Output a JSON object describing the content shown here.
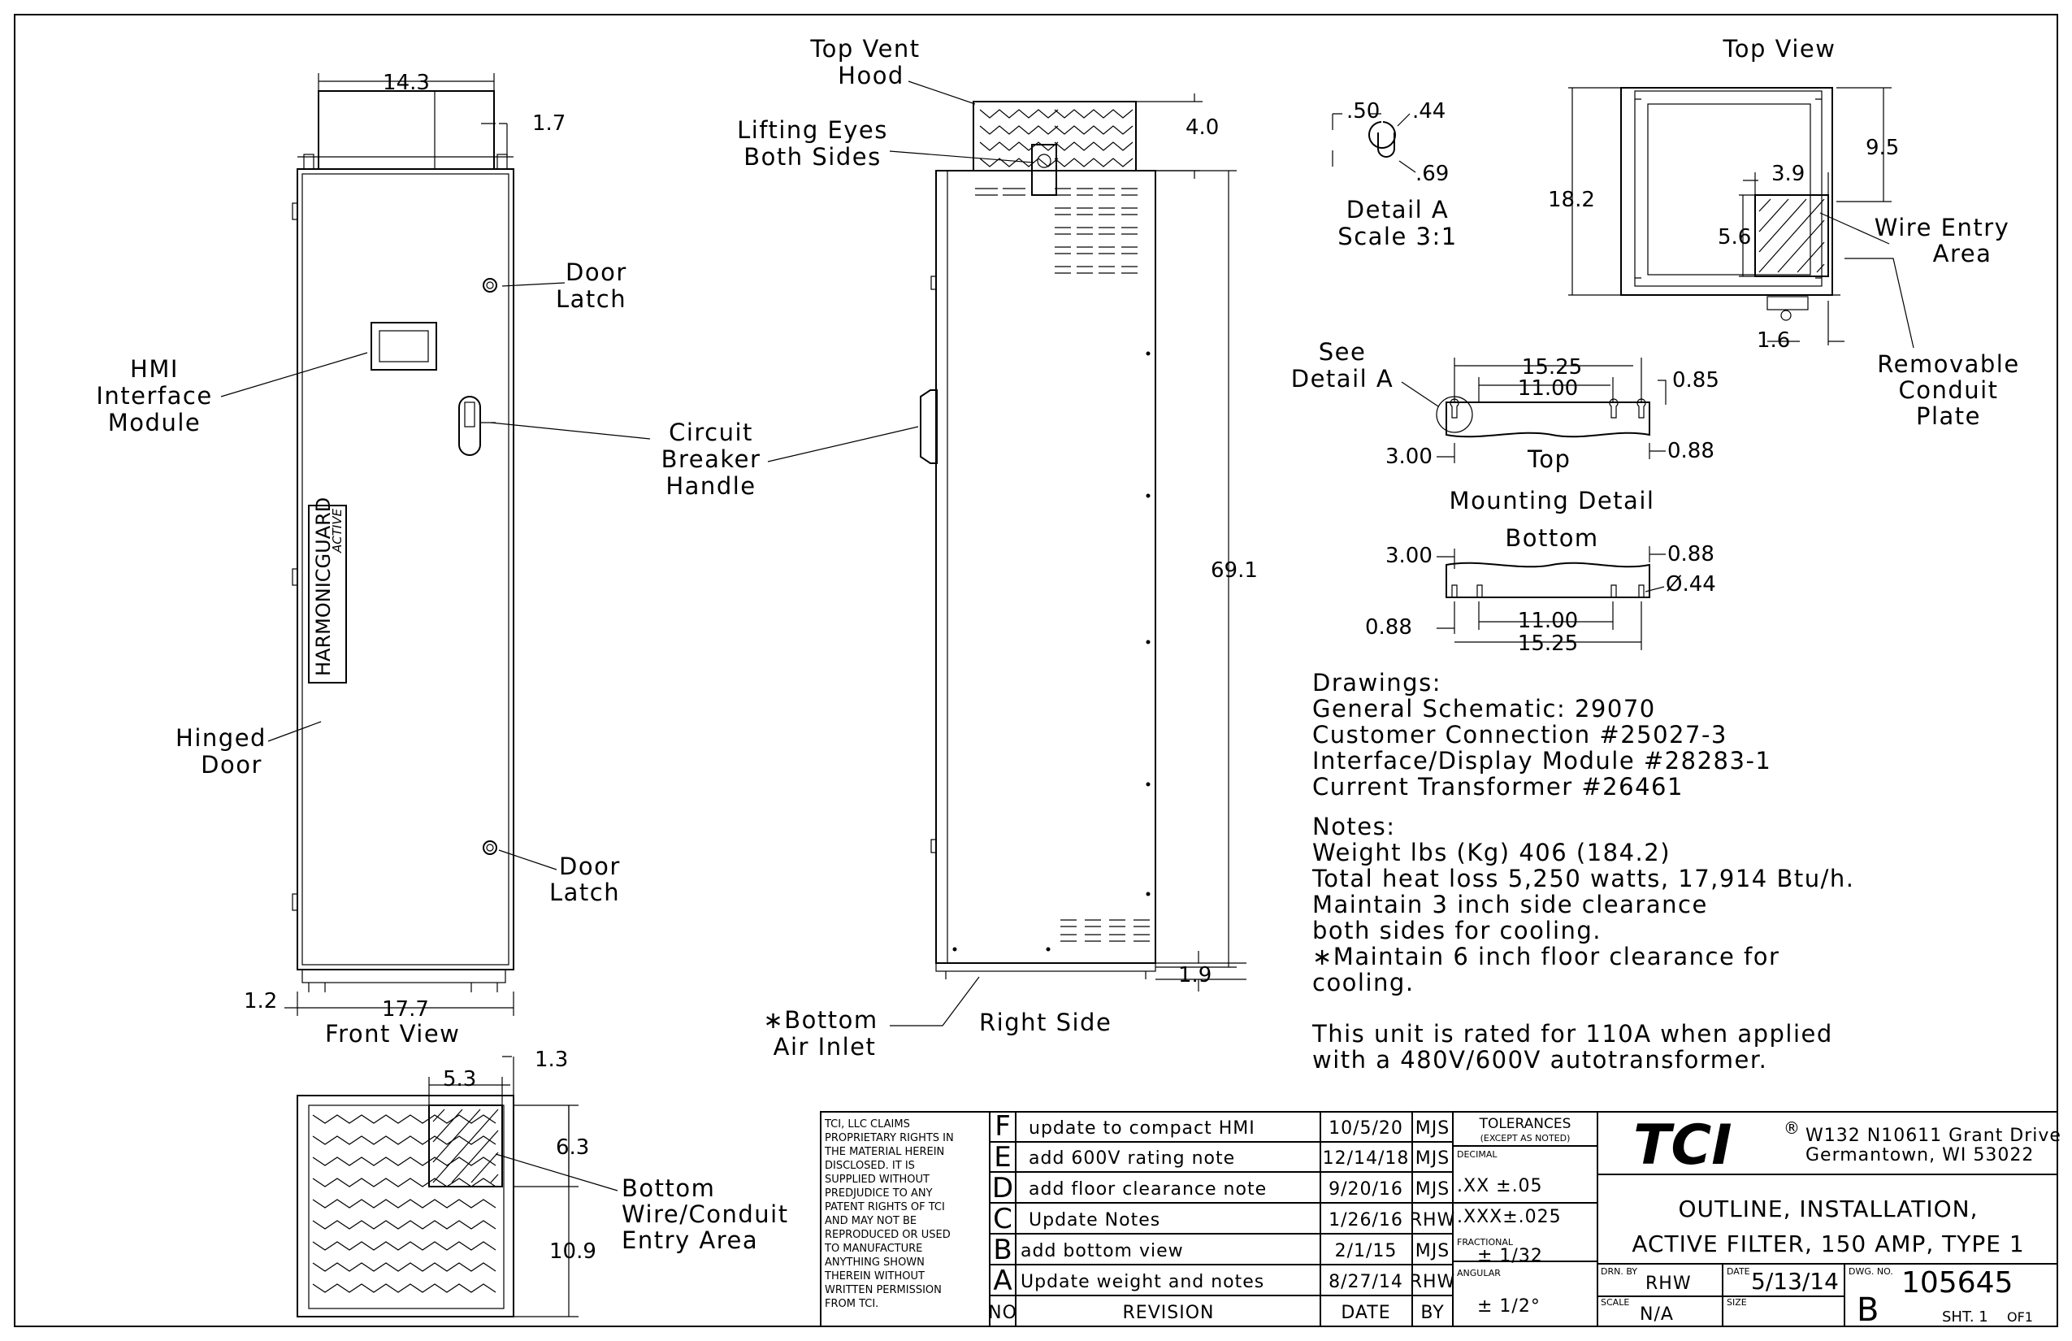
{
  "front_view": {
    "title": "Front View",
    "dim_width_top": "14.3",
    "dim_top_offset": "1.7",
    "dim_width_bottom": "17.7",
    "dim_left_offset": "1.2",
    "brand_label": "HARMONICGUARD",
    "brand_sub": "ACTIVE",
    "callout_door_latch_top": [
      "Door",
      "Latch"
    ],
    "callout_hmi": [
      "HMI",
      "Interface",
      "Module"
    ],
    "callout_hinged_door": [
      "Hinged",
      "Door"
    ],
    "callout_door_latch_bottom": [
      "Door",
      "Latch"
    ]
  },
  "right_side": {
    "title": "Right Side",
    "callout_vent_hood": [
      "Top Vent",
      "Hood"
    ],
    "callout_lifting_eyes": [
      "Lifting Eyes",
      "Both Sides"
    ],
    "callout_breaker": [
      "Circuit",
      "Breaker",
      "Handle"
    ],
    "callout_air_inlet": [
      "∗Bottom",
      "Air Inlet"
    ],
    "dim_hood_height": "4.0",
    "dim_height": "69.1",
    "dim_bottom": "1.9"
  },
  "detail_a": {
    "title": "Detail A",
    "scale": "Scale 3:1",
    "dim_width": ".50",
    "dim_hole": ".44",
    "dim_slot": ".69"
  },
  "top_view": {
    "title": "Top View",
    "dim_depth": "18.2",
    "dim_right": "9.5",
    "dim_entry_w": "3.9",
    "dim_entry_h": "5.6",
    "dim_bottom": "1.6",
    "callout_wire_entry": [
      "Wire Entry",
      "Area"
    ],
    "callout_conduit": [
      "Removable",
      "Conduit",
      "Plate"
    ]
  },
  "mounting": {
    "see_detail": [
      "See",
      "Detail A"
    ],
    "top_label": "Top",
    "title": "Mounting Detail",
    "bottom_label": "Bottom",
    "top_dims": {
      "outer": "15.25",
      "inner": "11.00",
      "right": "0.85",
      "left": "3.00",
      "bottom_right": "0.88"
    },
    "bottom_dims": {
      "left": "3.00",
      "right": "0.88",
      "hole": "Ø.44",
      "bottom_left": "0.88",
      "inner": "11.00",
      "outer": "15.25"
    }
  },
  "drawings": {
    "heading": "Drawings:",
    "items": [
      "General Schematic: 29070",
      "Customer Connection #25027-3",
      "Interface/Display Module #28283-1",
      "Current Transformer #26461"
    ]
  },
  "notes": {
    "heading": "Notes:",
    "items": [
      "Weight lbs (Kg) 406 (184.2)",
      "Total heat loss 5,250 watts, 17,914 Btu/h.",
      "Maintain 3 inch side clearance",
      "both sides for cooling.",
      "∗Maintain 6 inch floor clearance for",
      "cooling."
    ],
    "rating": [
      "This unit is rated for 110A when applied",
      "with a 480V/600V autotransformer."
    ]
  },
  "bottom_view": {
    "dim_width": "5.3",
    "dim_offset": "1.3",
    "dim_entry_h": "6.3",
    "dim_depth": "10.9",
    "callout": [
      "Bottom",
      "Wire/Conduit",
      "Entry Area"
    ]
  },
  "title_block": {
    "claim": [
      "TCI, LLC CLAIMS",
      "PROPRIETARY RIGHTS IN",
      "THE MATERIAL HEREIN",
      "DISCLOSED. IT IS",
      "SUPPLIED WITHOUT",
      "PREDJUDICE TO ANY",
      "PATENT RIGHTS OF TCI",
      "AND MAY NOT BE",
      "REPRODUCED OR USED",
      "TO MANUFACTURE",
      "ANYTHING SHOWN",
      "THEREIN WITHOUT",
      "WRITTEN PERMISSION",
      "FROM TCI."
    ],
    "revisions": [
      {
        "rev": "F",
        "desc": "update to compact HMI",
        "date": "10/5/20",
        "by": "MJS"
      },
      {
        "rev": "E",
        "desc": "add 600V rating note",
        "date": "12/14/18",
        "by": "MJS"
      },
      {
        "rev": "D",
        "desc": "add floor clearance note",
        "date": "9/20/16",
        "by": "MJS"
      },
      {
        "rev": "C",
        "desc": "Update Notes",
        "date": "1/26/16",
        "by": "RHW"
      },
      {
        "rev": "B",
        "desc": "add bottom view",
        "date": "2/1/15",
        "by": "MJS"
      },
      {
        "rev": "A",
        "desc": "Update weight and notes",
        "date": "8/27/14",
        "by": "RHW"
      }
    ],
    "footer": {
      "no": "NO",
      "revision": "REVISION",
      "date": "DATE",
      "by": "BY"
    },
    "tolerances": {
      "heading": "TOLERANCES",
      "sub": "(EXCEPT AS NOTED)",
      "decimal": "DECIMAL",
      "xx": ".XX ±.05",
      "xxx": ".XXX±.025",
      "fractional": "FRACTIONAL",
      "frac_val": "± 1/32",
      "angular": "ANGULAR",
      "ang_val": "± 1/2°"
    },
    "company": {
      "logo": "TCI",
      "reg": "®",
      "address1": "W132 N10611 Grant Drive",
      "address2": "Germantown, WI 53022"
    },
    "title1": "OUTLINE, INSTALLATION,",
    "title2": "ACTIVE FILTER, 150 AMP, TYPE 1",
    "drn_by_label": "DRN. BY",
    "drn_by": "RHW",
    "date_label": "DATE",
    "date": "5/13/14",
    "dwg_no_label": "DWG. NO.",
    "size_letter": "B",
    "dwg_no": "105645",
    "scale_label": "SCALE",
    "scale": "N/A",
    "size_label": "SIZE",
    "sheet": "SHT. 1",
    "of": "OF1"
  }
}
